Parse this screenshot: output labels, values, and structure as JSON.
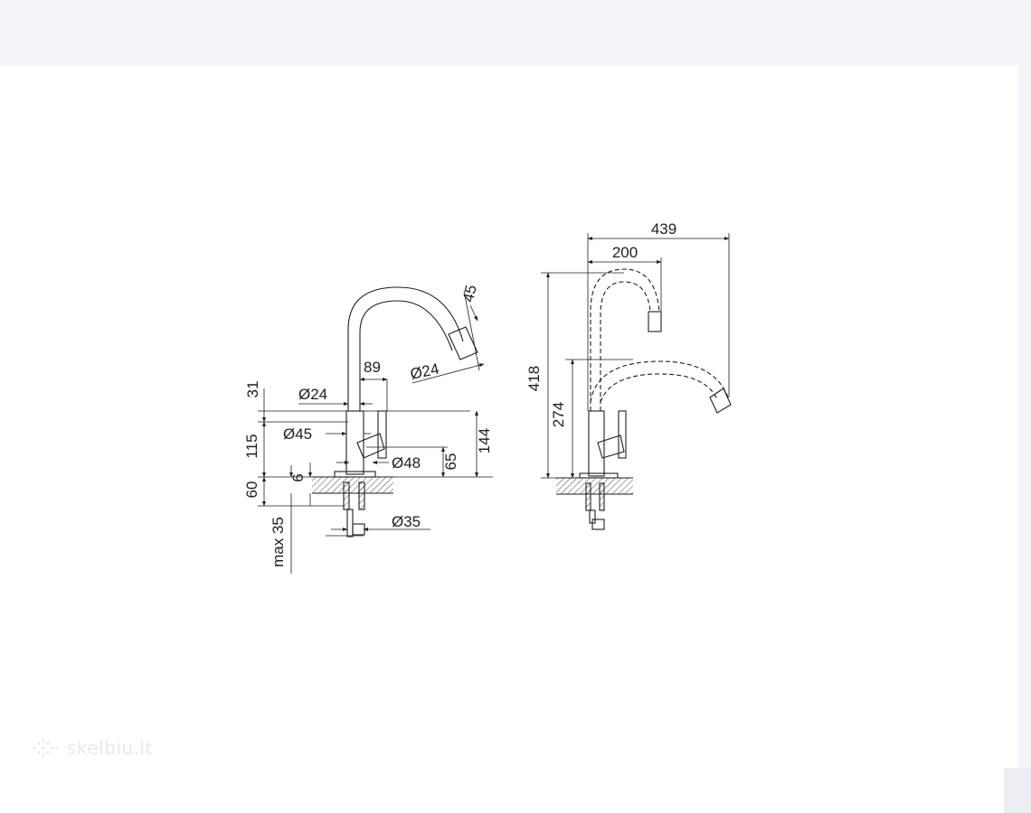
{
  "colors": {
    "line": "#1e1e1e",
    "background": "#ffffff",
    "frame": "#f4f5f9",
    "watermark": "#d6d8de"
  },
  "front_view": {
    "dims": {
      "d31": "31",
      "d115": "115",
      "d60": "60",
      "dmax35": "max 35",
      "d6": "6",
      "dia24_left": "Ø24",
      "dia45": "Ø45",
      "dia48": "Ø48",
      "dia35": "Ø35",
      "d89": "89",
      "dia24_spout": "Ø24",
      "d45": "45",
      "d65": "65",
      "d144": "144"
    }
  },
  "side_view": {
    "dims": {
      "d439": "439",
      "d200": "200",
      "d418": "418",
      "d274": "274"
    }
  },
  "watermark": {
    "text": "skelbiu.lt",
    "icon": "dots-logo-icon"
  }
}
